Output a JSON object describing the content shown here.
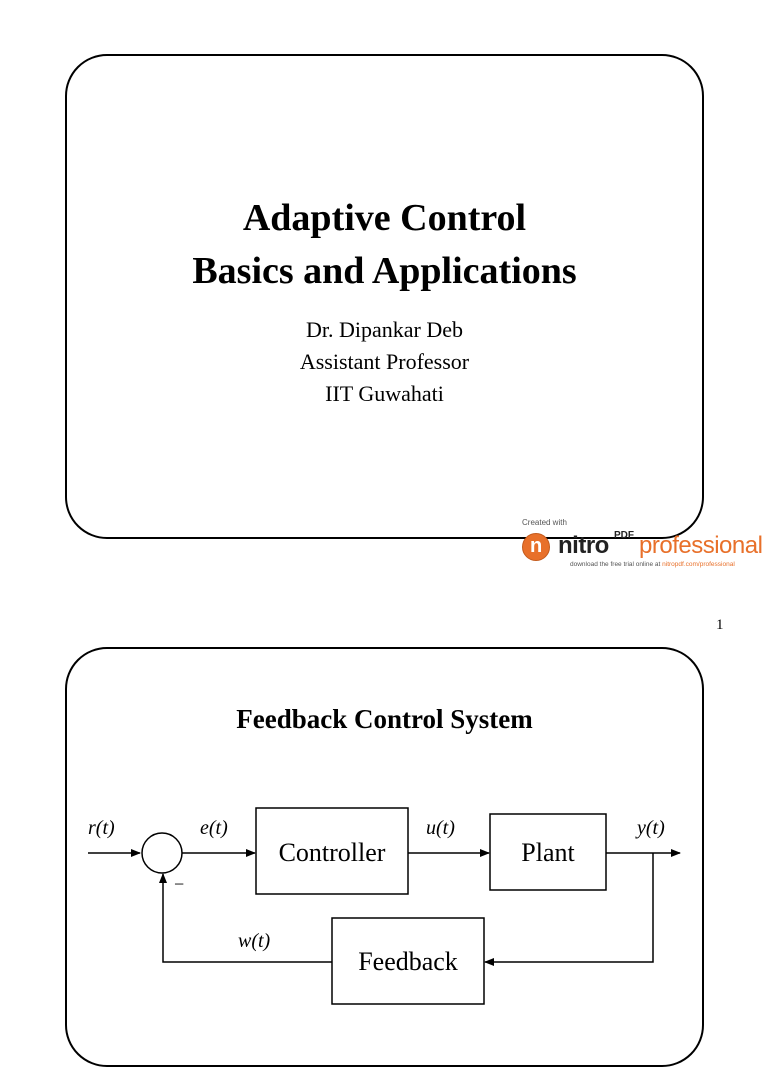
{
  "slide1": {
    "title_lines": [
      "Adaptive Control",
      "Basics and Applications"
    ],
    "author_lines": [
      "Dr. Dipankar Deb",
      "Assistant Professor",
      "IIT Guwahati"
    ]
  },
  "watermark": {
    "created_with": "Created with",
    "brand_nitro": "nitro",
    "brand_pdf": "PDF",
    "brand_professional": "professional",
    "tagline_text": "download the free trial online at ",
    "tagline_link": "nitropdf.com/professional",
    "accent_color": "#e8702a",
    "icon": "nitro-logo-icon"
  },
  "page_number": "1",
  "slide2": {
    "title": "Feedback Control System",
    "diagram": {
      "signals": {
        "r": "r(t)",
        "e": "e(t)",
        "u": "u(t)",
        "y": "y(t)",
        "w": "w(t)"
      },
      "blocks": {
        "controller": "Controller",
        "plant": "Plant",
        "feedback": "Feedback"
      },
      "summing_sign": "−"
    }
  }
}
